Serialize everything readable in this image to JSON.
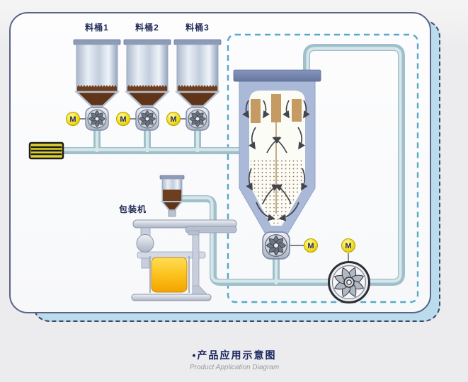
{
  "caption": {
    "bullet": "•",
    "title_zh": "产品应用示意图",
    "title_en": "Product Application Diagram"
  },
  "hoppers": {
    "labels": [
      "料桶1",
      "料桶2",
      "料桶3"
    ]
  },
  "packing": {
    "label": "包装机"
  },
  "motor": {
    "label": "M"
  },
  "icons": {
    "motor": "motor-badge",
    "valve": "rotary-valve-icon",
    "fan": "blower-fan-icon",
    "filter": "inlet-filter-icon",
    "arrows": "airflow-arrow-icons"
  },
  "colors": {
    "panel_border": "#5a6288",
    "back_card": "#bbdcec",
    "dashed_zone": "#57a9c6",
    "pipe": "#9fc0ca",
    "tank_wall": "#aab9d8",
    "tank_cap": "#7282ae",
    "material_brown": "#6e3f1e",
    "filter_bag_tan": "#c59a63",
    "motor_yellow": "#f1de20",
    "drum_yellow": "#f5a900"
  }
}
